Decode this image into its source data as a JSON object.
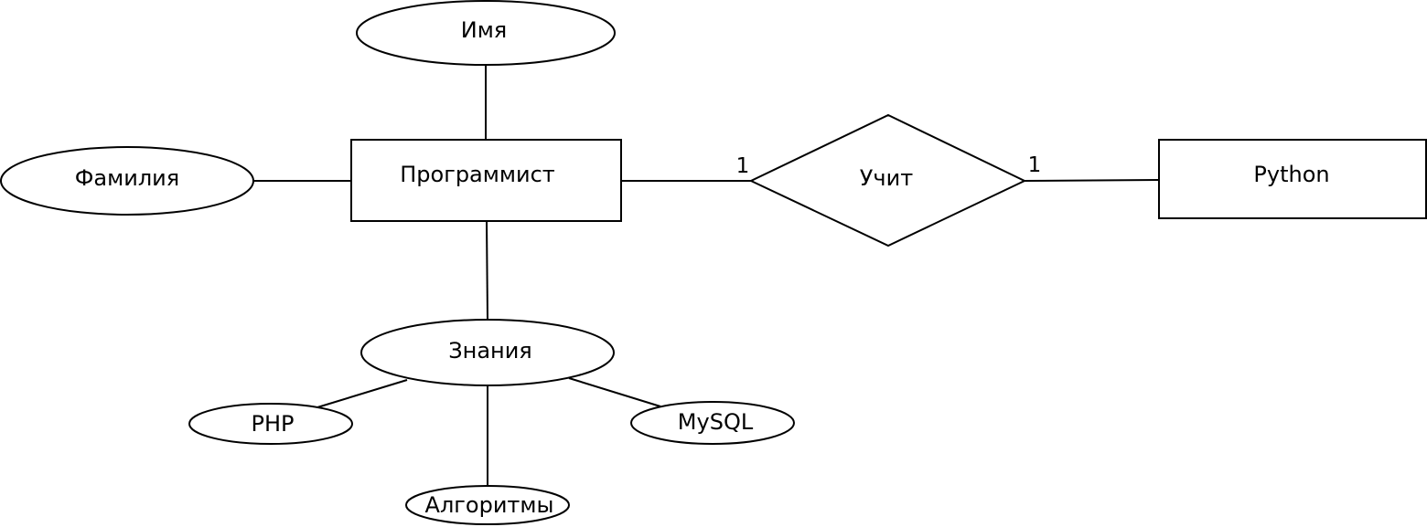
{
  "colors": {
    "stroke": "#000000",
    "fill": "#ffffff",
    "background": "#ffffff"
  },
  "entities": {
    "programmer": "Программист",
    "python": "Python"
  },
  "relationship": {
    "label": "Учит",
    "cardinality_left": "1",
    "cardinality_right": "1"
  },
  "attributes": {
    "first_name": "Имя",
    "last_name": "Фамилия",
    "knowledge": "Знания",
    "php": "PHP",
    "mysql": "MySQL",
    "algorithms": "Алгоритмы"
  }
}
